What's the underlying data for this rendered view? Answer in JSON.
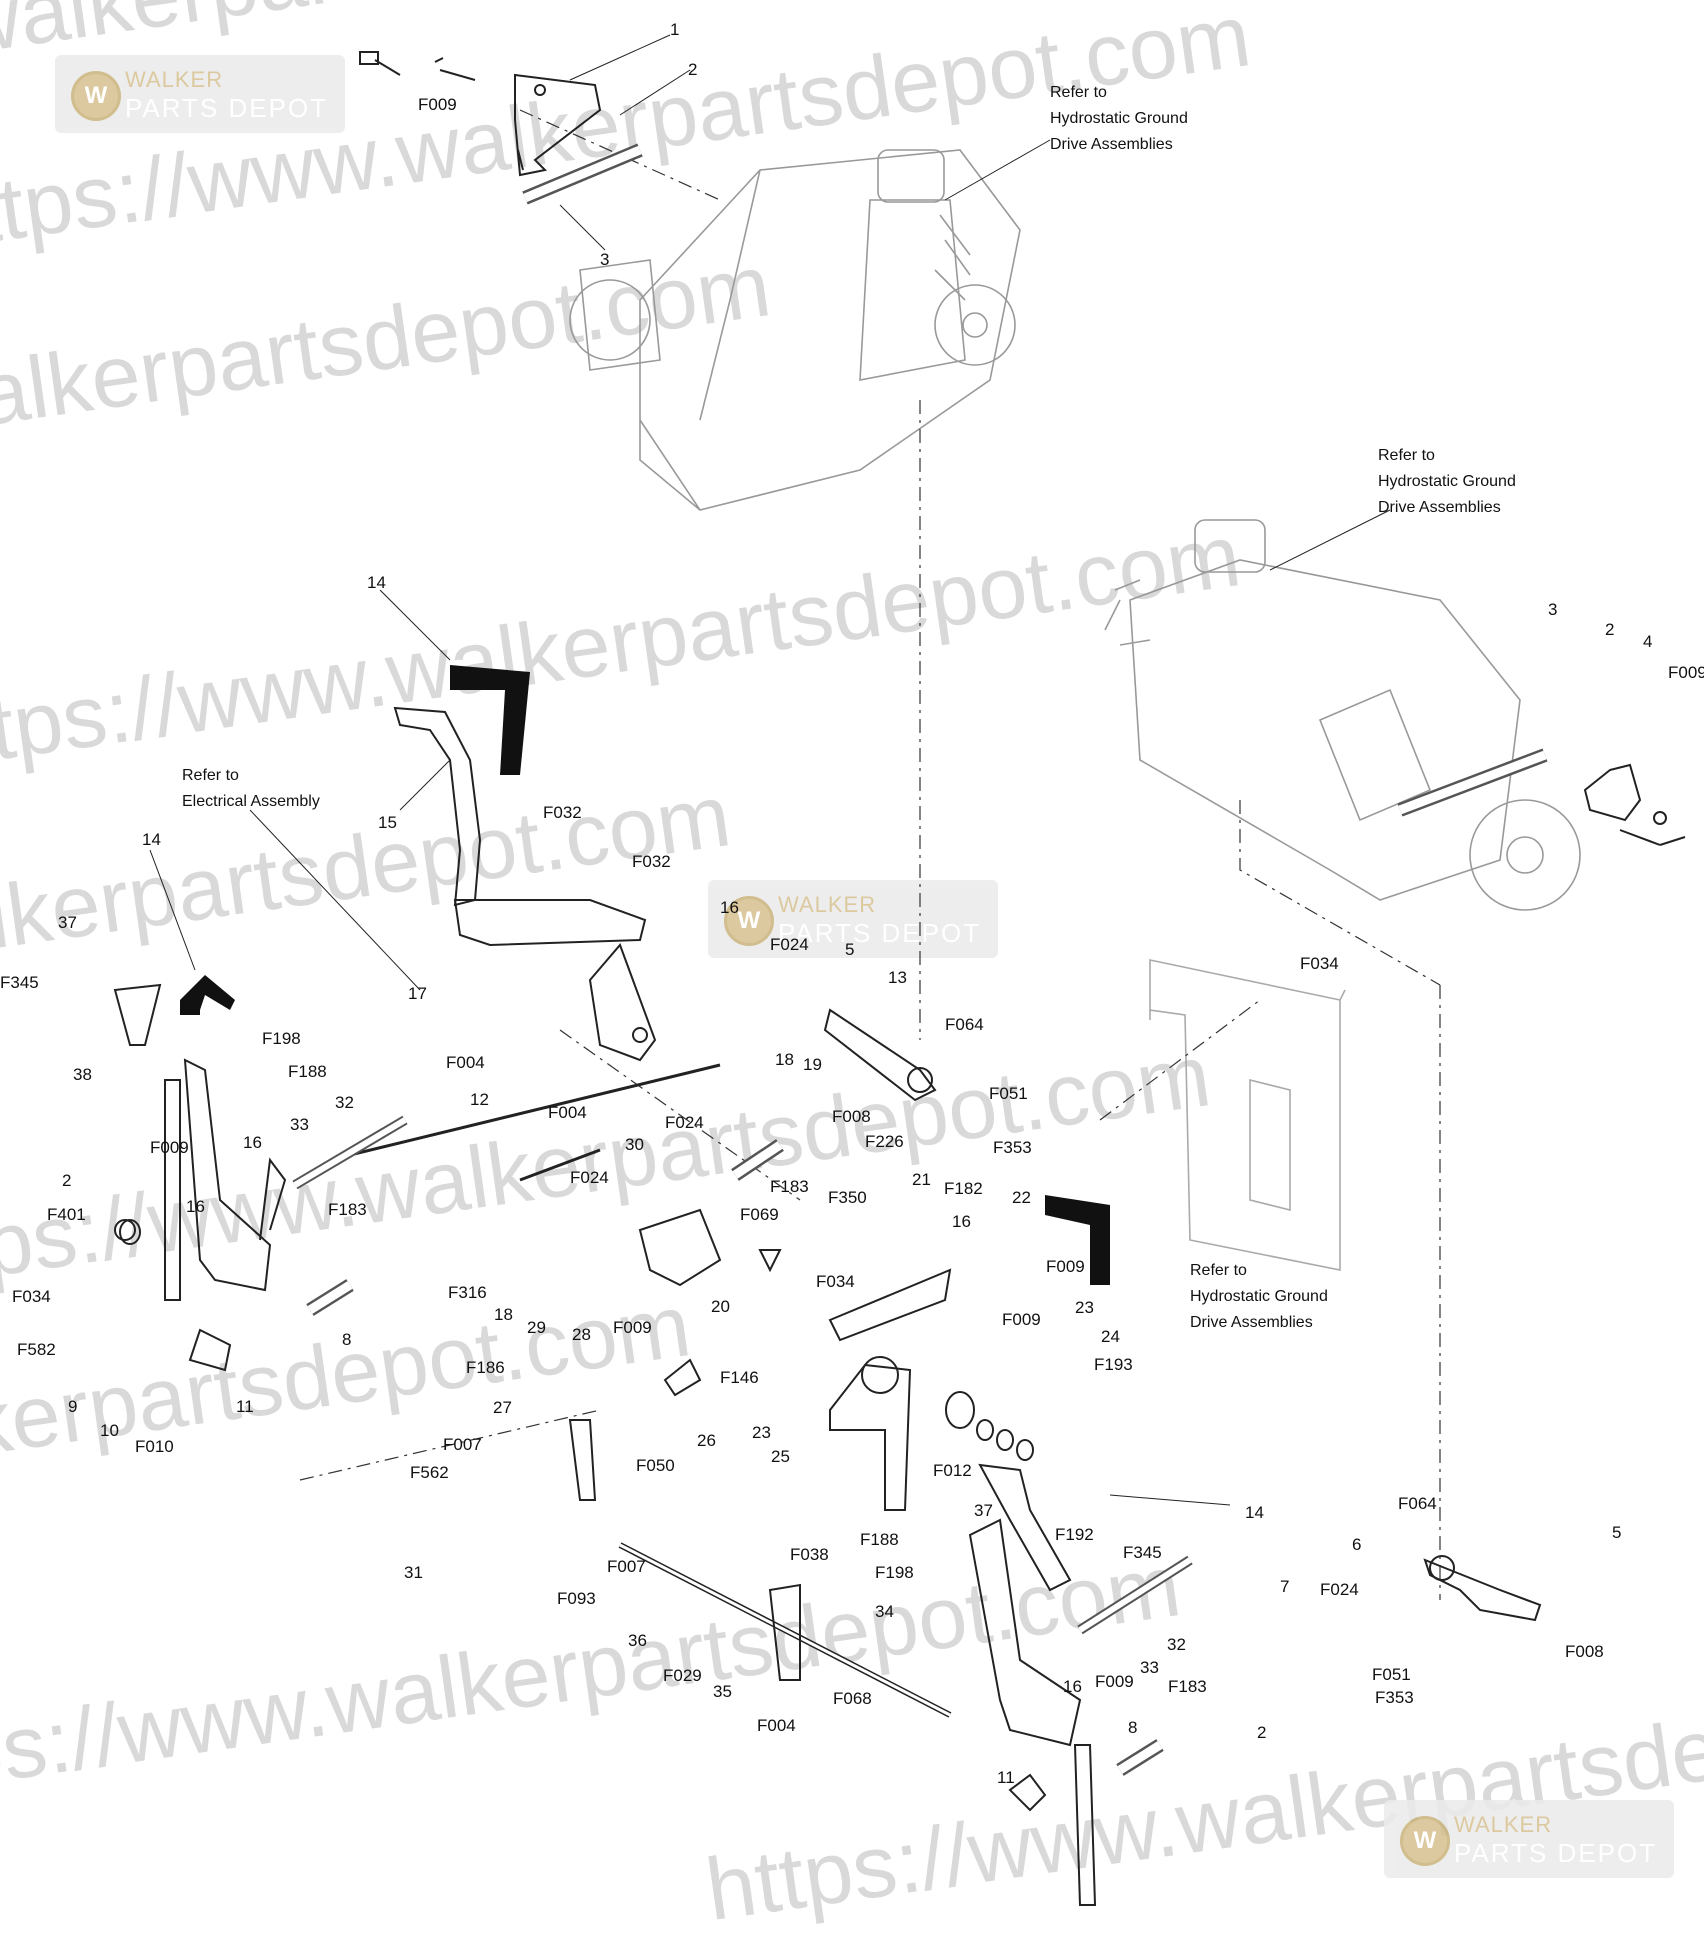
{
  "watermark": {
    "texts": [
      "https://www.walkerpartsdepot.com"
    ],
    "logo_line1": "WALKER",
    "logo_line2": "PARTS DEPOT",
    "color": "#d9d9d9"
  },
  "references": {
    "ground_drive": [
      "Refer to",
      "Hydrostatic Ground",
      "Drive Assemblies"
    ],
    "electrical": [
      "Refer to",
      "Electrical Assembly"
    ]
  },
  "callouts": {
    "c1": "1",
    "c2": "2",
    "c3": "3",
    "c5": "5",
    "c6": "6",
    "c7": "7",
    "c8": "8",
    "c9": "9",
    "c10": "10",
    "c11": "11",
    "c12": "12",
    "c13": "13",
    "c14": "14",
    "c15": "15",
    "c16": "16",
    "c17": "17",
    "c18": "18",
    "c19": "19",
    "c20": "20",
    "c21": "21",
    "c22": "22",
    "c23": "23",
    "c24": "24",
    "c25": "25",
    "c26": "26",
    "c27": "27",
    "c28": "28",
    "c29": "29",
    "c30": "30",
    "c31": "31",
    "c32": "32",
    "c33": "33",
    "c34": "34",
    "c35": "35",
    "c36": "36",
    "c37": "37",
    "c38": "38",
    "c4": "4",
    "F004": "F004",
    "F007": "F007",
    "F008": "F008",
    "F009": "F009",
    "F010": "F010",
    "F012": "F012",
    "F024": "F024",
    "F029": "F029",
    "F032": "F032",
    "F034": "F034",
    "F038": "F038",
    "F050": "F050",
    "F051": "F051",
    "F064": "F064",
    "F068": "F068",
    "F069": "F069",
    "F093": "F093",
    "F146": "F146",
    "F182": "F182",
    "F183": "F183",
    "F186": "F186",
    "F188": "F188",
    "F192": "F192",
    "F193": "F193",
    "F198": "F198",
    "F226": "F226",
    "F316": "F316",
    "F345": "F345",
    "F350": "F350",
    "F353": "F353",
    "F401": "F401",
    "F562": "F562",
    "F582": "F582"
  }
}
